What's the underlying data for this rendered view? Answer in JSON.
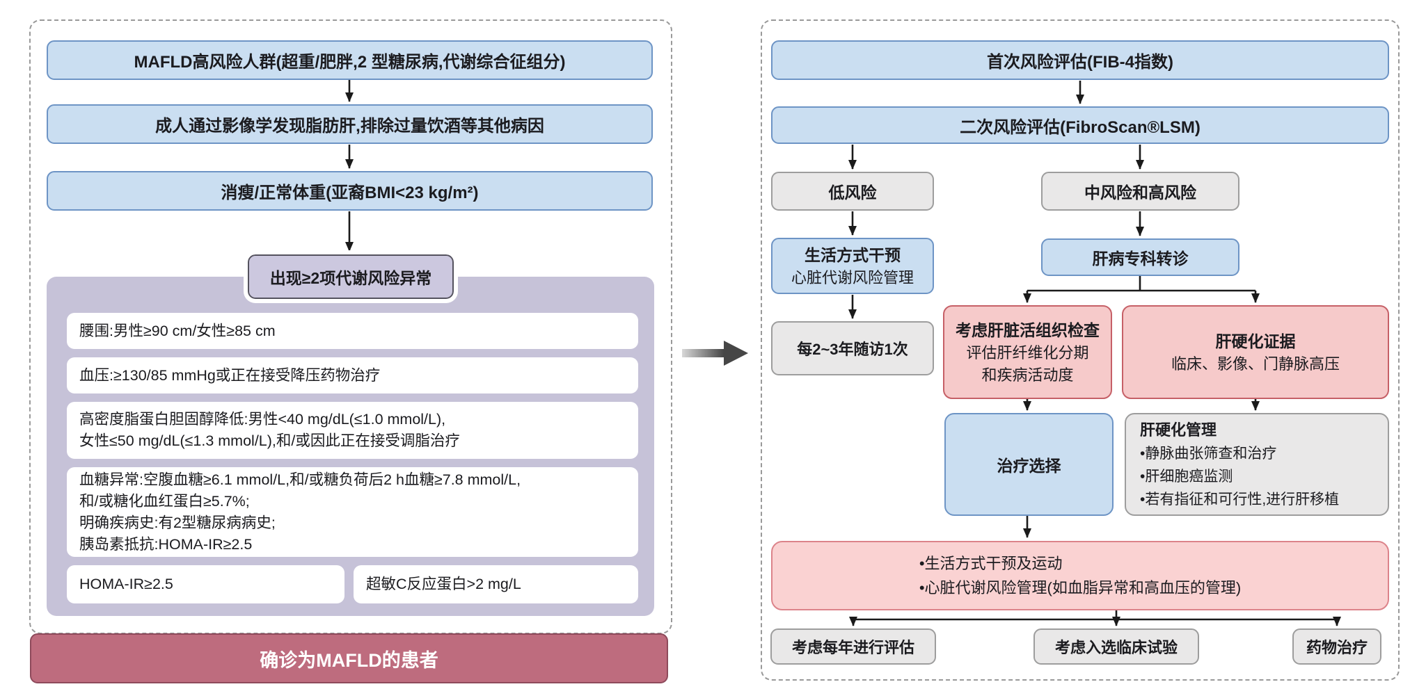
{
  "left_panel": {
    "flow_boxes": [
      {
        "label": "MAFLD高风险人群(超重/肥胖,2 型糖尿病,代谢综合征组分)"
      },
      {
        "label": "成人通过影像学发现脂肪肝,排除过量饮酒等其他病因"
      },
      {
        "label": "消瘦/正常体重(亚裔BMI<23 kg/m²)"
      }
    ],
    "metabolic_risk_box": {
      "label": "出现≥2项代谢风险异常"
    },
    "criteria_rows": [
      {
        "lines": [
          "腰围:男性≥90 cm/女性≥85 cm"
        ]
      },
      {
        "lines": [
          "血压:≥130/85 mmHg或正在接受降压药物治疗"
        ]
      },
      {
        "lines": [
          "高密度脂蛋白胆固醇降低:男性<40 mg/dL(≤1.0 mmol/L),",
          "女性≤50 mg/dL(≤1.3 mmol/L),和/或因此正在接受调脂治疗"
        ]
      },
      {
        "lines": [
          "血糖异常:空腹血糖≥6.1 mmol/L,和/或糖负荷后2 h血糖≥7.8 mmol/L,",
          "和/或糖化血红蛋白≥5.7%;",
          "明确疾病史:有2型糖尿病病史;",
          "胰岛素抵抗:HOMA-IR≥2.5"
        ]
      }
    ],
    "criteria_pair": [
      {
        "label": "HOMA-IR≥2.5"
      },
      {
        "label": "超敏C反应蛋白>2 mg/L"
      }
    ],
    "diagnosis_box": {
      "label": "确诊为MAFLD的患者"
    }
  },
  "right_panel": {
    "first_assessment": {
      "label": "首次风险评估(FIB-4指数)"
    },
    "second_assessment": {
      "label": "二次风险评估(FibroScan®LSM)"
    },
    "low_risk": {
      "label": "低风险"
    },
    "mid_high_risk": {
      "label": "中风险和高风险"
    },
    "lifestyle_intervention": {
      "line1": "生活方式干预",
      "line2": "心脏代谢风险管理"
    },
    "specialist_referral": {
      "label": "肝病专科转诊"
    },
    "follow_up": {
      "label": "每2~3年随访1次"
    },
    "liver_biopsy": {
      "line1": "考虑肝脏活组织检查",
      "line2": "评估肝纤维化分期",
      "line3": "和疾病活动度"
    },
    "cirrhosis_evidence": {
      "line1": "肝硬化证据",
      "line2": "临床、影像、门静脉高压"
    },
    "treatment_choice": {
      "label": "治疗选择"
    },
    "cirrhosis_management": {
      "title": "肝硬化管理",
      "items": [
        "•静脉曲张筛查和治疗",
        "•肝细胞癌监测",
        "•若有指征和可行性,进行肝移植"
      ]
    },
    "general_management": {
      "items": [
        "•生活方式干预及运动",
        "•心脏代谢风险管理(如血脂异常和高血压的管理)"
      ]
    },
    "outcome_boxes": [
      {
        "label": "考虑每年进行评估"
      },
      {
        "label": "考虑入选临床试验"
      },
      {
        "label": "药物治疗"
      }
    ]
  },
  "colors": {
    "blue_fill": "#CADEF1",
    "blue_border": "#6D94C5",
    "gray_fill": "#E9E8E8",
    "gray_border": "#9D9D9D",
    "purple_container_fill": "#C6C2D8",
    "metabolic_box_fill": "#CCC8DF",
    "metabolic_box_border": "#54525E",
    "pink_fill": "#F6CACA",
    "pink_border": "#C66067",
    "pink_wide_fill": "#FAD2D2",
    "pink_wide_border": "#DC838A",
    "red_fill": "#BE6C7E",
    "red_border": "#8E4A5B",
    "arrow_color": "#1A1A1A",
    "dashed_border": "#999999"
  }
}
